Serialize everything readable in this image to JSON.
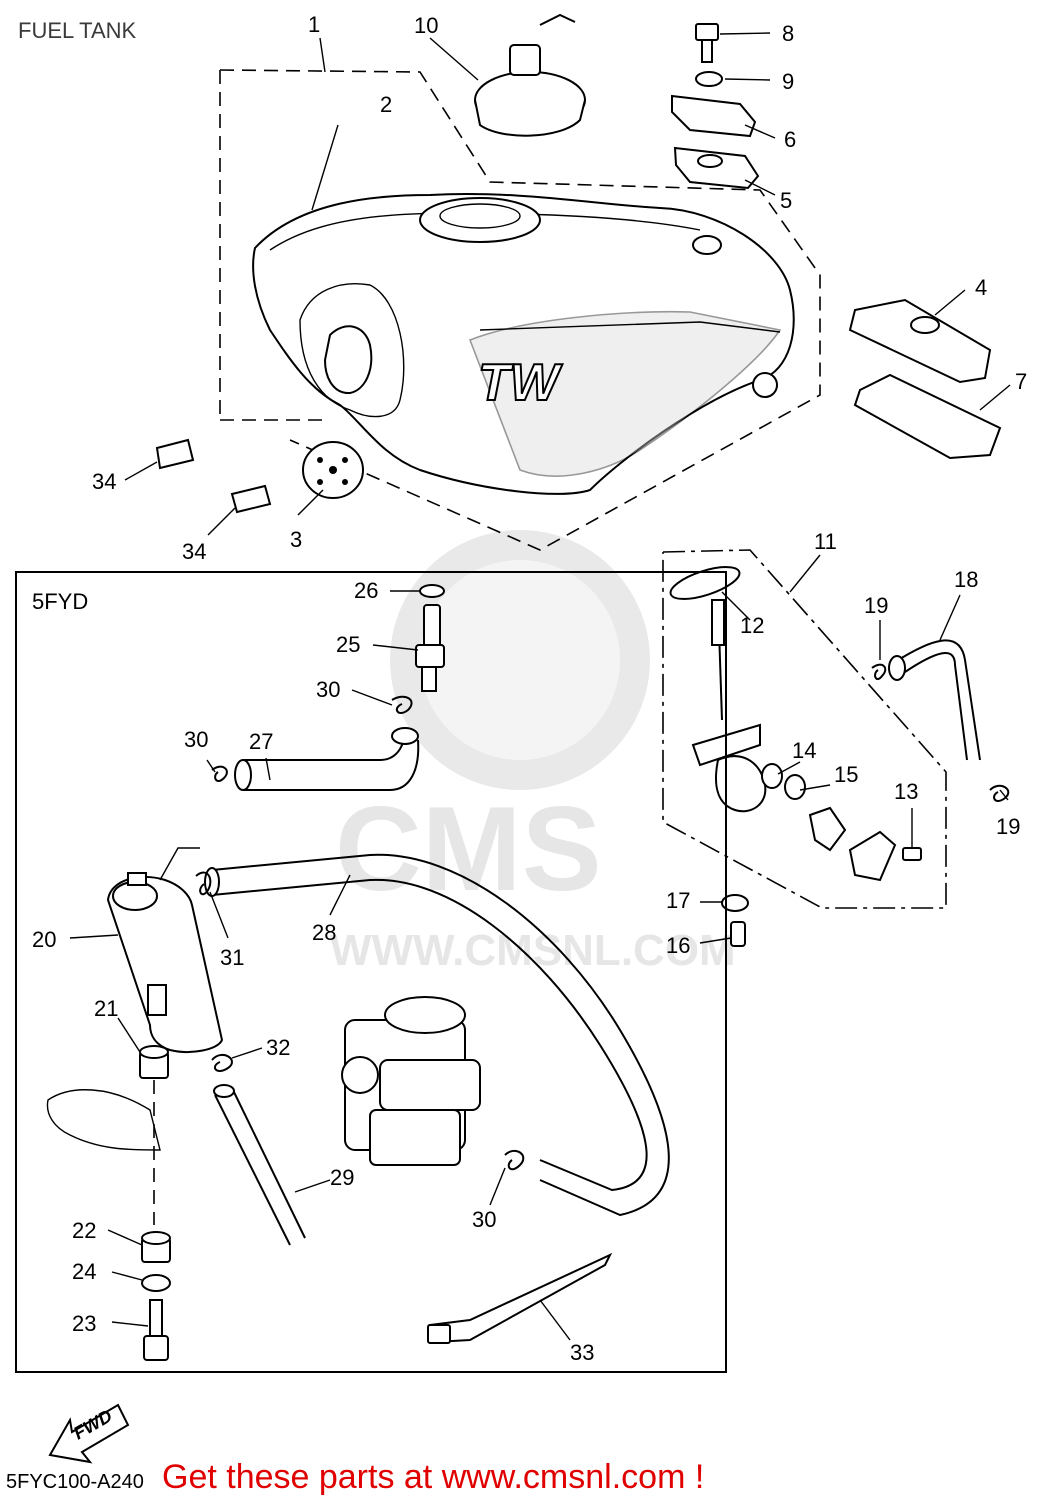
{
  "title": "FUEL TANK",
  "variant_box_label": "5FYD",
  "ref_code": "5FYC100-A240",
  "promo_text": "Get these parts at www.cmsnl.com !",
  "watermark": {
    "brand": "CMS",
    "url": "WWW.CMSNL.COM"
  },
  "fwd_label": "FWD",
  "tank_logo": "TW",
  "colors": {
    "promo": "#e00000",
    "line": "#000000",
    "watermark": "#c8c8c8"
  },
  "callouts": [
    "1",
    "2",
    "3",
    "4",
    "5",
    "6",
    "7",
    "8",
    "9",
    "10",
    "11",
    "12",
    "13",
    "14",
    "15",
    "16",
    "17",
    "18",
    "19",
    "19",
    "20",
    "21",
    "22",
    "23",
    "24",
    "25",
    "26",
    "27",
    "28",
    "29",
    "30",
    "30",
    "30",
    "31",
    "32",
    "33",
    "34",
    "34"
  ]
}
